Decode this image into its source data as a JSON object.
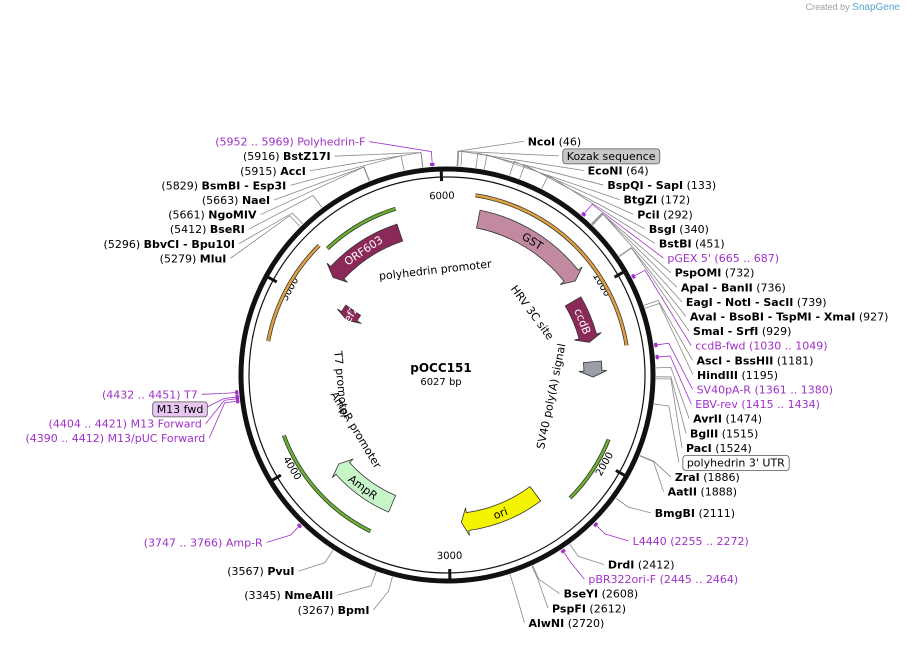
{
  "credit": {
    "prefix": "Created by",
    "brand": "SnapGene"
  },
  "plasmid": {
    "name": "pOCC151",
    "length_label": "6027 bp",
    "length": 6027
  },
  "colors": {
    "backbone": "#111111",
    "primer": "#a030c8",
    "enzyme": "#000000",
    "orange_band": "#e0a040",
    "green_band": "#6ab030",
    "gst": "#c28aa0",
    "ccdb": "#8b2a58",
    "orf603": "#8b2a58",
    "lef2": "#8b2a58",
    "ori": "#f4f400",
    "ampr": "#c8f5c8",
    "polya": "#9a9ea6"
  },
  "ticks": [
    {
      "bp": 1000,
      "label": "1000"
    },
    {
      "bp": 2000,
      "label": "2000"
    },
    {
      "bp": 3000,
      "label": "3000"
    },
    {
      "bp": 4000,
      "label": "4000"
    },
    {
      "bp": 5000,
      "label": "5000"
    },
    {
      "bp": 6000,
      "label": "6000"
    }
  ],
  "features": [
    {
      "name": "GST",
      "type": "gst",
      "start": 190,
      "end": 900,
      "label": "GST"
    },
    {
      "name": "ccdB",
      "type": "ccdb",
      "start": 1000,
      "end": 1290,
      "label": "ccdB"
    },
    {
      "name": "SV40pA",
      "type": "polya",
      "start": 1420,
      "end": 1520,
      "label": ""
    },
    {
      "name": "ori",
      "type": "ori",
      "start": 2400,
      "end": 2920,
      "label": "ori"
    },
    {
      "name": "AmpR",
      "type": "ampr",
      "start": 3400,
      "end": 3860,
      "label": "AmpR"
    },
    {
      "name": "lef2",
      "type": "lef2",
      "start": 5000,
      "end": 5100,
      "label": "lef2"
    },
    {
      "name": "ORF603",
      "type": "orf603",
      "start": 5200,
      "end": 5720,
      "label": "ORF603"
    }
  ],
  "bands": [
    {
      "type": "orange_band",
      "start": 150,
      "end": 1350
    },
    {
      "type": "orange_band",
      "start": 4700,
      "end": 5280
    },
    {
      "type": "green_band",
      "start": 1870,
      "end": 2260
    },
    {
      "type": "green_band",
      "start": 3450,
      "end": 4180
    },
    {
      "type": "green_band",
      "start": 5300,
      "end": 5740
    }
  ],
  "inner_labels": [
    {
      "text": "polyhedrin promoter",
      "mid": 5920
    },
    {
      "text": "HRV 3C site",
      "mid": 900
    },
    {
      "text": "SV40 poly(A) signal",
      "mid": 1700
    },
    {
      "text": "T7 promoter",
      "mid": 4430
    },
    {
      "text": "AmpR promoter",
      "mid": 4000
    }
  ],
  "right_labels": [
    {
      "text": "NcoI",
      "pos": "(46)",
      "kind": "enzyme",
      "bp": 46
    },
    {
      "text": "Kozak sequence",
      "pos": "",
      "kind": "boxed",
      "bp": 50
    },
    {
      "text": "EcoNI",
      "pos": "(64)",
      "kind": "enzyme",
      "bp": 64
    },
    {
      "text": "BspQI  - SapI",
      "pos": "(133)",
      "kind": "enzyme",
      "bp": 133
    },
    {
      "text": "BtgZI",
      "pos": "(172)",
      "kind": "enzyme",
      "bp": 172
    },
    {
      "text": "PciI",
      "pos": "(292)",
      "kind": "enzyme",
      "bp": 292
    },
    {
      "text": "BsgI",
      "pos": "(340)",
      "kind": "enzyme",
      "bp": 340
    },
    {
      "text": "BstBI",
      "pos": "(451)",
      "kind": "enzyme",
      "bp": 451
    },
    {
      "text": "pGEX 5'",
      "pos": "(665 .. 687)",
      "kind": "primer",
      "bp": 676
    },
    {
      "text": "PspOMI",
      "pos": "(732)",
      "kind": "enzyme",
      "bp": 732
    },
    {
      "text": "ApaI  - BanII",
      "pos": "(736)",
      "kind": "enzyme",
      "bp": 736
    },
    {
      "text": "EagI  - NotI  - SacII",
      "pos": "(739)",
      "kind": "enzyme",
      "bp": 739
    },
    {
      "text": "AvaI  - BsoBI  - TspMI  - XmaI",
      "pos": "(927)",
      "kind": "enzyme",
      "bp": 927
    },
    {
      "text": "SmaI  - SrfI",
      "pos": "(929)",
      "kind": "enzyme",
      "bp": 929
    },
    {
      "text": "ccdB-fwd",
      "pos": "(1030 .. 1049)",
      "kind": "primer",
      "bp": 1040
    },
    {
      "text": "AscI  - BssHII",
      "pos": "(1181)",
      "kind": "enzyme",
      "bp": 1181
    },
    {
      "text": "HindIII",
      "pos": "(1195)",
      "kind": "enzyme",
      "bp": 1195
    },
    {
      "text": "SV40pA-R",
      "pos": "(1361 .. 1380)",
      "kind": "primer",
      "bp": 1370
    },
    {
      "text": "EBV-rev",
      "pos": "(1415 .. 1434)",
      "kind": "primer",
      "bp": 1425
    },
    {
      "text": "AvrII",
      "pos": "(1474)",
      "kind": "enzyme",
      "bp": 1474
    },
    {
      "text": "BglII",
      "pos": "(1515)",
      "kind": "enzyme",
      "bp": 1515
    },
    {
      "text": "PacI",
      "pos": "(1524)",
      "kind": "enzyme",
      "bp": 1524
    },
    {
      "text": "polyhedrin 3' UTR",
      "pos": "",
      "kind": "boxed-white",
      "bp": 1640
    },
    {
      "text": "ZraI",
      "pos": "(1886)",
      "kind": "enzyme",
      "bp": 1886
    },
    {
      "text": "AatII",
      "pos": "(1888)",
      "kind": "enzyme",
      "bp": 1888
    },
    {
      "text": "BmgBI",
      "pos": "(2111)",
      "kind": "enzyme",
      "bp": 2111
    },
    {
      "text": "L4440",
      "pos": "(2255 .. 2272)",
      "kind": "primer",
      "bp": 2263
    },
    {
      "text": "DrdI",
      "pos": "(2412)",
      "kind": "enzyme",
      "bp": 2412
    },
    {
      "text": "pBR322ori-F",
      "pos": "(2445 .. 2464)",
      "kind": "primer",
      "bp": 2454
    },
    {
      "text": "BseYI",
      "pos": "(2608)",
      "kind": "enzyme",
      "bp": 2608
    },
    {
      "text": "PspFI",
      "pos": "(2612)",
      "kind": "enzyme",
      "bp": 2612
    },
    {
      "text": "AlwNI",
      "pos": "(2720)",
      "kind": "enzyme",
      "bp": 2720
    }
  ],
  "left_labels": [
    {
      "text": "Polyhedrin-F",
      "pos": "(5952 .. 5969)",
      "kind": "primer",
      "bp": 5960
    },
    {
      "text": "BstZ17I",
      "pos": "(5916)",
      "kind": "enzyme",
      "bp": 5916
    },
    {
      "text": "AccI",
      "pos": "(5915)",
      "kind": "enzyme",
      "bp": 5915
    },
    {
      "text": "BsmBI  - Esp3I",
      "pos": "(5829)",
      "kind": "enzyme",
      "bp": 5829
    },
    {
      "text": "NaeI",
      "pos": "(5663)",
      "kind": "enzyme",
      "bp": 5663
    },
    {
      "text": "NgoMIV",
      "pos": "(5661)",
      "kind": "enzyme",
      "bp": 5661
    },
    {
      "text": "BseRI",
      "pos": "(5412)",
      "kind": "enzyme",
      "bp": 5412
    },
    {
      "text": "BbvCI  - Bpu10I",
      "pos": "(5296)",
      "kind": "enzyme",
      "bp": 5296
    },
    {
      "text": "MluI",
      "pos": "(5279)",
      "kind": "enzyme",
      "bp": 5279
    },
    {
      "text": "T7",
      "pos": "(4432 .. 4451)",
      "kind": "primer",
      "bp": 4441
    },
    {
      "text": "M13 fwd",
      "pos": "",
      "kind": "boxed-primer",
      "bp": 4420
    },
    {
      "text": "M13 Forward",
      "pos": "(4404 .. 4421)",
      "kind": "primer",
      "bp": 4412
    },
    {
      "text": "M13/pUC Forward",
      "pos": "(4390 .. 4412)",
      "kind": "primer",
      "bp": 4401
    },
    {
      "text": "Amp-R",
      "pos": "(3747 .. 3766)",
      "kind": "primer",
      "bp": 3756
    },
    {
      "text": "PvuI",
      "pos": "(3567)",
      "kind": "enzyme",
      "bp": 3567
    },
    {
      "text": "NmeAIII",
      "pos": "(3345)",
      "kind": "enzyme",
      "bp": 3345
    },
    {
      "text": "BpmI",
      "pos": "(3267)",
      "kind": "enzyme",
      "bp": 3267
    }
  ]
}
